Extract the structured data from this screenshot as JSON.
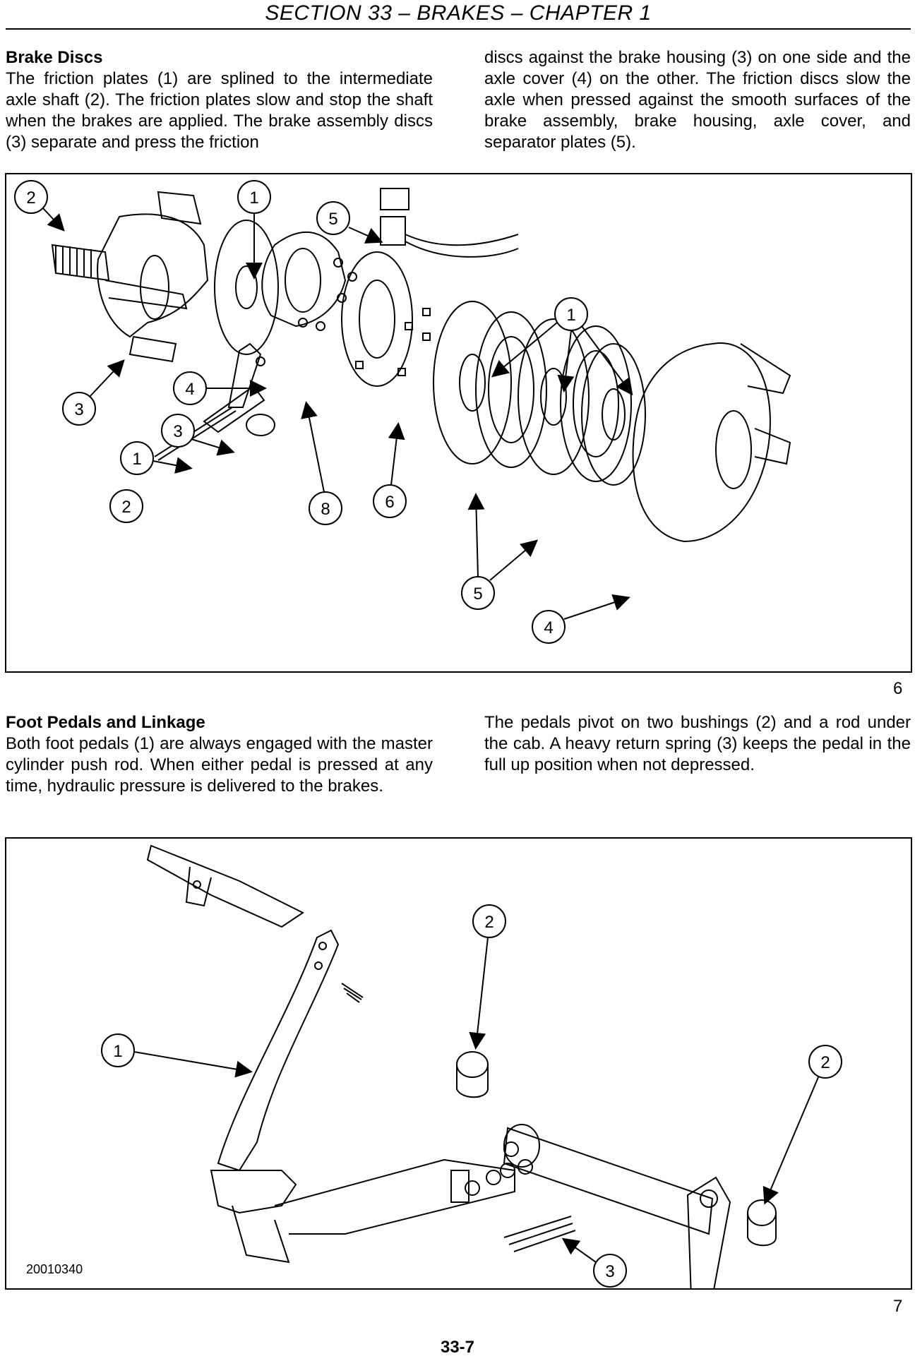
{
  "header": {
    "title": "SECTION 33 – BRAKES – CHAPTER 1"
  },
  "brake_discs": {
    "heading": "Brake Discs",
    "left_text": "The friction plates (1) are splined to the intermediate axle shaft (2). The friction plates slow and stop the shaft when the brakes are applied. The brake assembly discs (3) separate and press the friction",
    "right_text": "discs against the brake housing (3) on one side and the axle cover (4) on the other. The friction discs slow the axle when pressed against the smooth surfaces of the brake assembly, brake housing, axle cover, and separator plates (5)."
  },
  "figure6": {
    "number": "6",
    "callouts": [
      "2",
      "1",
      "5",
      "1",
      "3",
      "4",
      "3",
      "1",
      "2",
      "8",
      "6",
      "5",
      "4"
    ]
  },
  "foot_pedals": {
    "heading": "Foot Pedals and Linkage",
    "left_text": "Both foot pedals (1) are always engaged with the master cylinder push rod. When either pedal is pressed at any time, hydraulic pressure is delivered to the brakes.",
    "right_text": "The pedals pivot on two bushings (2) and a rod under the cab. A heavy return spring (3) keeps the pedal in the full up position when not depressed."
  },
  "figure7": {
    "number": "7",
    "ref": "20010340",
    "callouts": [
      "2",
      "1",
      "2",
      "3"
    ]
  },
  "footer": {
    "page": "33-7"
  }
}
